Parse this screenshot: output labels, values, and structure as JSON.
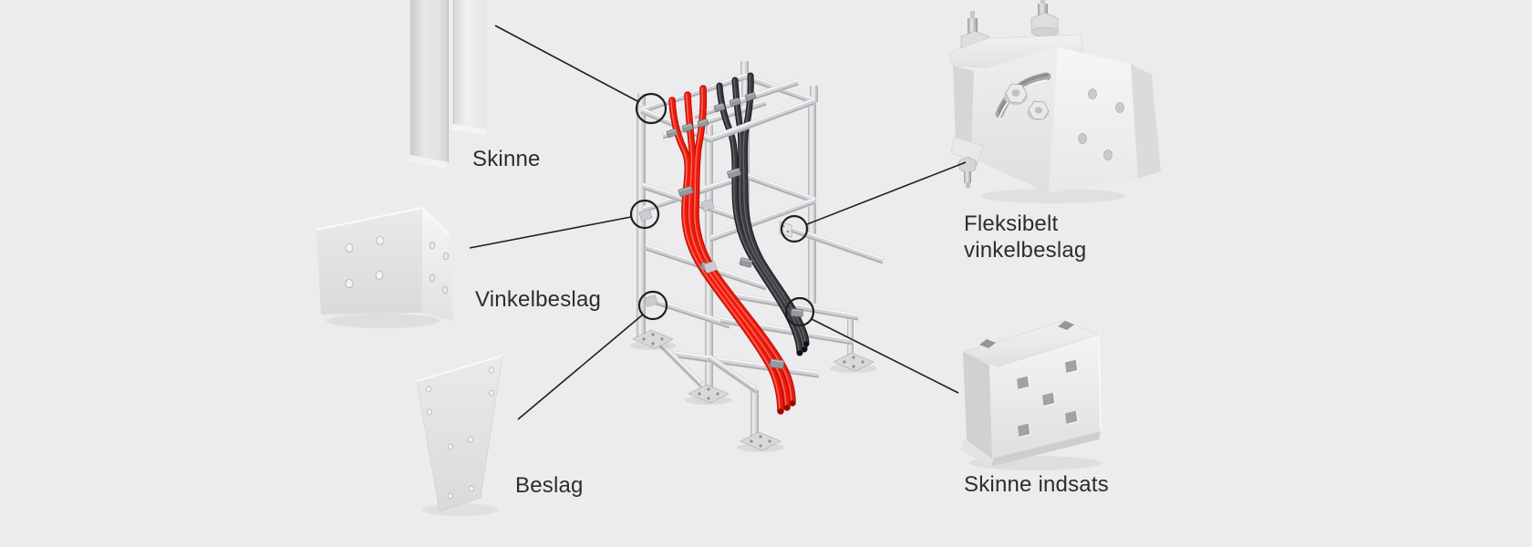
{
  "labels": {
    "skinne": "Skinne",
    "vinkelbeslag": "Vinkelbeslag",
    "beslag": "Beslag",
    "fleksibelt_line1": "Fleksibelt",
    "fleksibelt_line2": "vinkelbeslag",
    "skinne_indsats": "Skinne indsats"
  },
  "colors": {
    "background": "#ececee",
    "text": "#2d2d2d",
    "callout_line": "#1f1f1f",
    "cable_red": "#ee1b0d",
    "cable_black": "#3b3b3f",
    "metal_light": "#f1f0ee",
    "metal_frame": "#d6d6d8"
  }
}
